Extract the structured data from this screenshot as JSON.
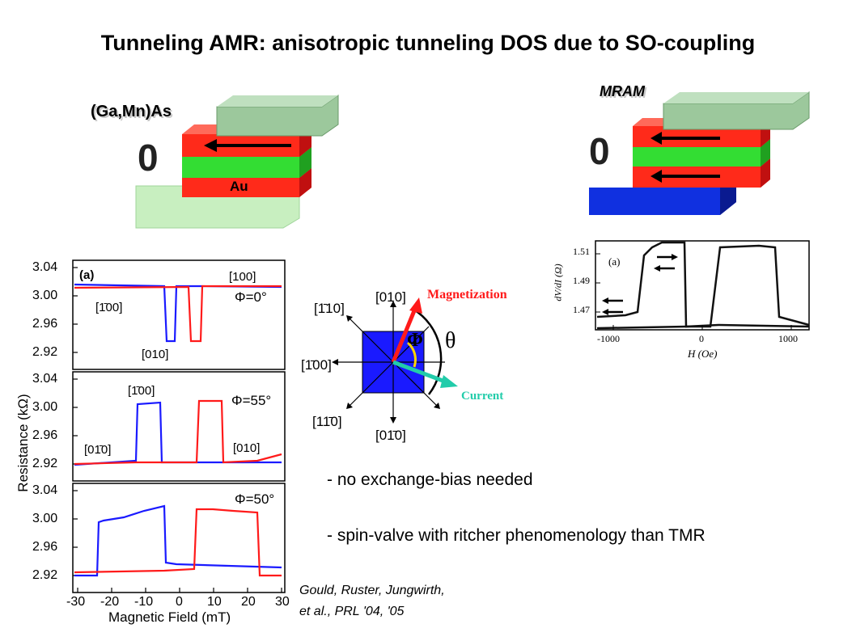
{
  "title": "Tunneling AMR: anisotropic tunneling DOS due to SO-coupling",
  "left_stack": {
    "label": "(Ga,Mn)As",
    "zero": "0",
    "au_label": "Au"
  },
  "right_stack": {
    "label": "MRAM",
    "zero": "0"
  },
  "amr_plot": {
    "ylabel": "Resistance (kΩ)",
    "xlabel": "Magnetic Field (mT)",
    "yticks": [
      "3.04",
      "3.00",
      "2.96",
      "2.92"
    ],
    "xticks": [
      "-30",
      "-20",
      "-10",
      "0",
      "10",
      "20",
      "30"
    ],
    "panel_a": {
      "tag": "(a)",
      "phi": "Φ=0°",
      "labels": [
        "[100]",
        "[1̄00]",
        "[010]"
      ]
    },
    "panel_b": {
      "phi": "Φ=55°",
      "labels": [
        "[1̄00]",
        "[01̄0]",
        "[010]"
      ]
    },
    "panel_c": {
      "phi": "Φ=50°"
    },
    "colors": {
      "blue": "#1a1aff",
      "red": "#ff1a1a"
    }
  },
  "direction_diagram": {
    "d010": "[010]",
    "d110bar": "[1̄10]",
    "d100bar": "[1̄00]",
    "d1bar10": "[11̄0]",
    "d0bar10": "[01̄0]",
    "magnetization": "Magnetization",
    "current": "Current",
    "phi": "Φ",
    "theta": "θ"
  },
  "mram_plot": {
    "tag": "(a)",
    "ylabel": "dV/dI (Ω)",
    "xlabel": "H (Oe)",
    "yticks": [
      "1.51",
      "1.49",
      "1.47"
    ],
    "xticks": [
      "-1000",
      "0",
      "1000"
    ]
  },
  "bullets": [
    "- no exchange-bias needed",
    "- spin-valve with ritcher phenomenology than TMR"
  ],
  "citation": {
    "line1": "Gould, Ruster, Jungwirth,",
    "line2": "et al., PRL '04, '05"
  }
}
